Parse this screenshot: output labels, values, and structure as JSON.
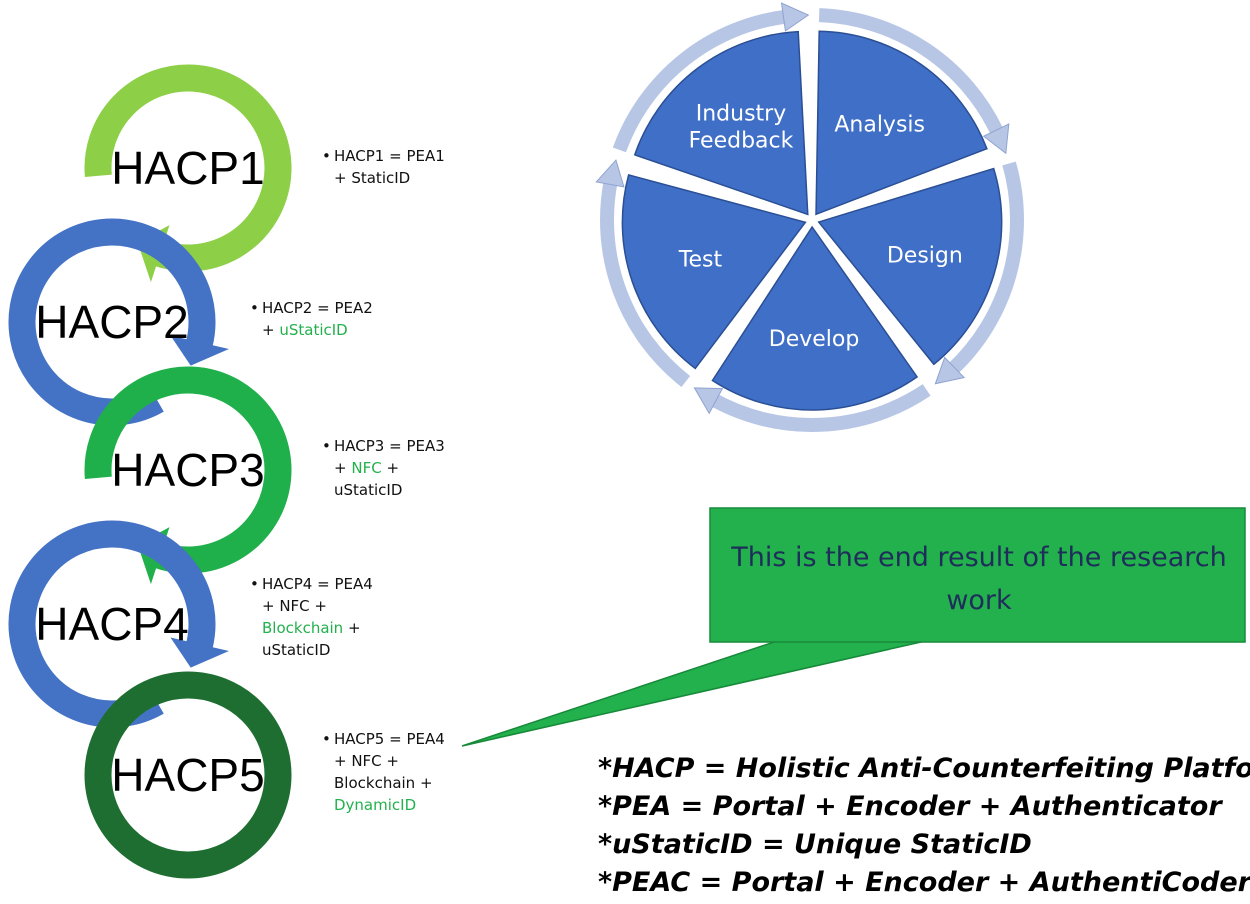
{
  "hacp_stages": [
    {
      "label": "HACP1",
      "color": "#8dcf47",
      "note": [
        [
          {
            "t": "HACP1 = PEA1",
            "g": false
          }
        ],
        [
          {
            "t": "+ StaticID",
            "g": false
          }
        ]
      ]
    },
    {
      "label": "HACP2",
      "color": "#4472c4",
      "note": [
        [
          {
            "t": "HACP2 = PEA2",
            "g": false
          }
        ],
        [
          {
            "t": "+ ",
            "g": false
          },
          {
            "t": "uStaticID",
            "g": true
          }
        ]
      ]
    },
    {
      "label": "HACP3",
      "color": "#20b04b",
      "note": [
        [
          {
            "t": "HACP3 = PEA3",
            "g": false
          }
        ],
        [
          {
            "t": "+ ",
            "g": false
          },
          {
            "t": "NFC",
            "g": true
          },
          {
            "t": " +",
            "g": false
          }
        ],
        [
          {
            "t": "uStaticID",
            "g": false
          }
        ]
      ]
    },
    {
      "label": "HACP4",
      "color": "#4472c4",
      "note": [
        [
          {
            "t": "HACP4 = PEA4",
            "g": false
          }
        ],
        [
          {
            "t": "+ NFC +",
            "g": false
          }
        ],
        [
          {
            "t": "Blockchain",
            "g": true
          },
          {
            "t": " +",
            "g": false
          }
        ],
        [
          {
            "t": "uStaticID",
            "g": false
          }
        ]
      ]
    },
    {
      "label": "HACP5",
      "color": "#1e6e31",
      "note": [
        [
          {
            "t": "HACP5 = PEA4",
            "g": false
          }
        ],
        [
          {
            "t": "+ NFC +",
            "g": false
          }
        ],
        [
          {
            "t": "Blockchain +",
            "g": false
          }
        ],
        [
          {
            "t": "DynamicID",
            "g": true
          }
        ]
      ]
    }
  ],
  "cycle": {
    "segments": [
      "Analysis",
      "Design",
      "Develop",
      "Test",
      "Industry Feedback"
    ],
    "segment_lines": [
      [
        "Analysis"
      ],
      [
        "Design"
      ],
      [
        "Develop"
      ],
      [
        "Test"
      ],
      [
        "Industry",
        "Feedback"
      ]
    ],
    "fill_color": "#3f6fc6",
    "arrow_color": "#b8c6e6"
  },
  "callout": {
    "text": "This is the end result of the research work",
    "fill_color": "#22b14c",
    "text_color": "#1f2d5a"
  },
  "legend": [
    "*HACP = Holistic Anti-Counterfeiting Platform",
    "*PEA = Portal + Encoder + Authenticator",
    "*uStaticID = Unique StaticID",
    "*PEAC = Portal + Encoder +  AuthentiCoder"
  ],
  "colors": {
    "highlight_green": "#22b14c",
    "note_text": "#111111"
  }
}
